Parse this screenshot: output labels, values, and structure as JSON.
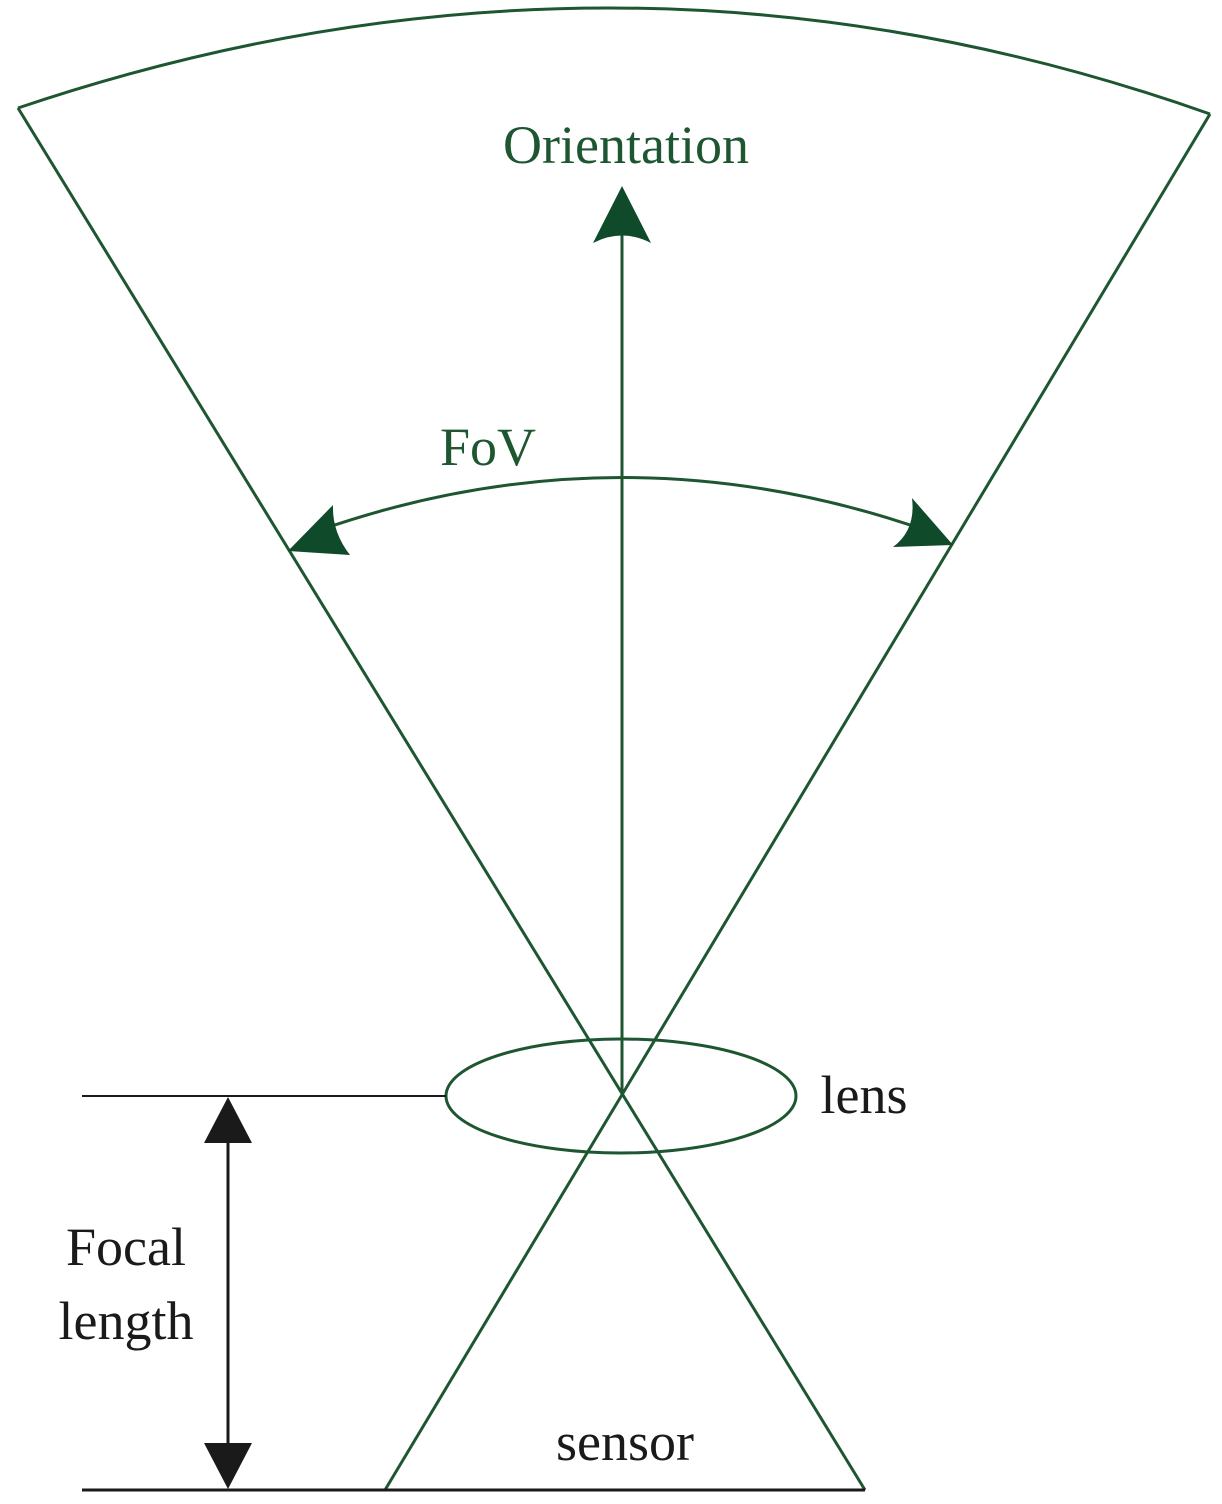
{
  "labels": {
    "orientation": "Orientation",
    "fov": "FoV",
    "lens": "lens",
    "focal_length_line1": "Focal",
    "focal_length_line2": "length",
    "sensor": "sensor"
  },
  "colors": {
    "green": "#1e5631",
    "dark_green": "#0f4a2a",
    "black": "#1a1a1a"
  }
}
